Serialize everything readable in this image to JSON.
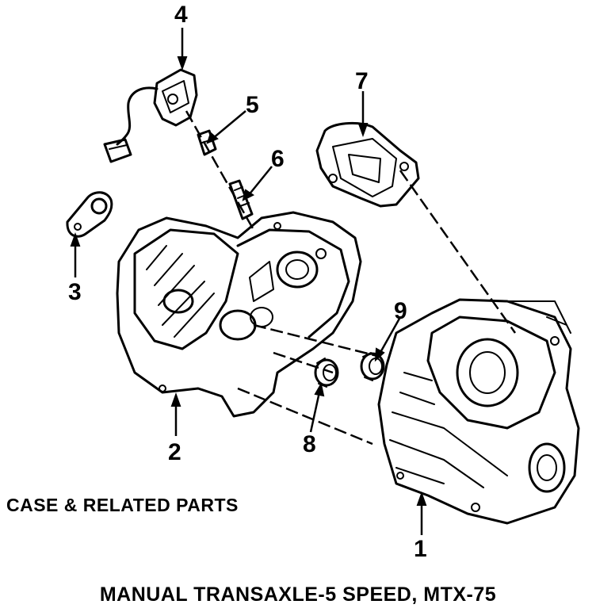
{
  "diagram": {
    "section_label": "CASE & RELATED PARTS",
    "title": "MANUAL TRANSAXLE-5 SPEED, MTX-75",
    "callouts": [
      {
        "id": "1",
        "text": "1"
      },
      {
        "id": "2",
        "text": "2"
      },
      {
        "id": "3",
        "text": "3"
      },
      {
        "id": "4",
        "text": "4"
      },
      {
        "id": "5",
        "text": "5"
      },
      {
        "id": "6",
        "text": "6"
      },
      {
        "id": "7",
        "text": "7"
      },
      {
        "id": "8",
        "text": "8"
      },
      {
        "id": "9",
        "text": "9"
      }
    ]
  }
}
